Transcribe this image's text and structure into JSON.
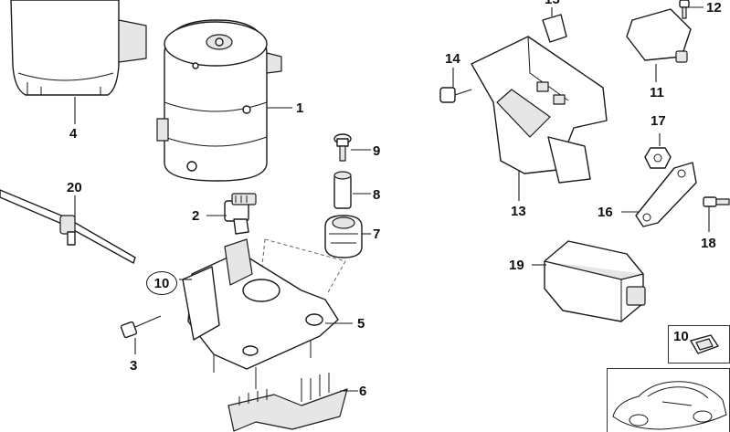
{
  "diagram": {
    "callouts": {
      "p1": "1",
      "p2": "2",
      "p3": "3",
      "p4": "4",
      "p5": "5",
      "p6": "6",
      "p7": "7",
      "p8": "8",
      "p9": "9",
      "p10_circled": "10",
      "p10_inset": "10",
      "p11": "11",
      "p12": "12",
      "p13": "13",
      "p14": "14",
      "p15": "15",
      "p16": "16",
      "p17": "17",
      "p18": "18",
      "p19": "19",
      "p20": "20"
    }
  }
}
